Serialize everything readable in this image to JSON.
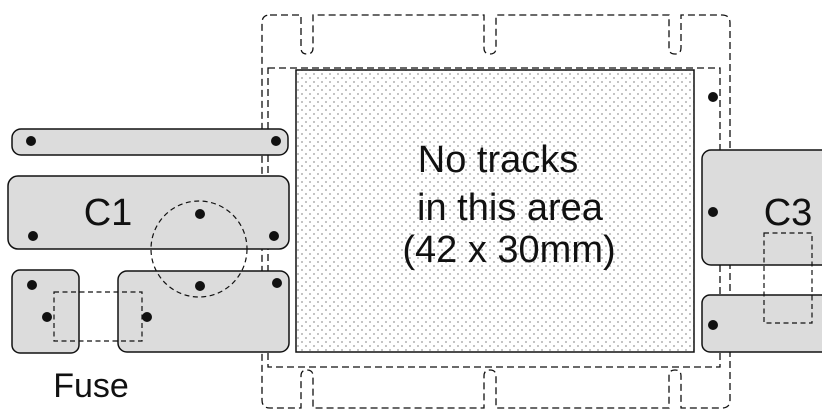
{
  "labels": {
    "c1": "C1",
    "c3": "C3",
    "fuse": "Fuse",
    "no_tracks_line1": "No tracks",
    "no_tracks_line2": "in this area",
    "no_tracks_line3": "(42 x 30mm)"
  },
  "colors": {
    "pad_fill": "#dcdcdc",
    "stroke": "#111111",
    "dot_pattern": "#9a9a9a",
    "background": "#ffffff"
  }
}
